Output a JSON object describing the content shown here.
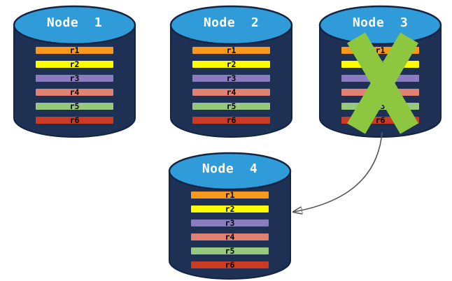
{
  "diagram_title": "replicated-database-nodes",
  "colors": {
    "cylinder_top": "#2F9BD8",
    "cylinder_body": "#1E3053",
    "cylinder_outline": "#132445",
    "title": "#FFFFFF",
    "row_label": "#000000",
    "failure_x": "#8DC63F",
    "arrow": "#595959"
  },
  "rows": [
    {
      "label": "r1",
      "color": "#F8991D"
    },
    {
      "label": "r2",
      "color": "#FDFD00"
    },
    {
      "label": "r3",
      "color": "#8B7CC0"
    },
    {
      "label": "r4",
      "color": "#E08173"
    },
    {
      "label": "r5",
      "color": "#96C87E"
    },
    {
      "label": "r6",
      "color": "#CB3A22"
    }
  ],
  "nodes": [
    {
      "title": "Node  1"
    },
    {
      "title": "Node  2"
    },
    {
      "title": "Node  3"
    },
    {
      "title": "Node  4"
    }
  ],
  "icons": {
    "failure_x": "x-mark-icon on Node 3",
    "arrow": "curved-arrow from Node 3 to Node 4"
  }
}
